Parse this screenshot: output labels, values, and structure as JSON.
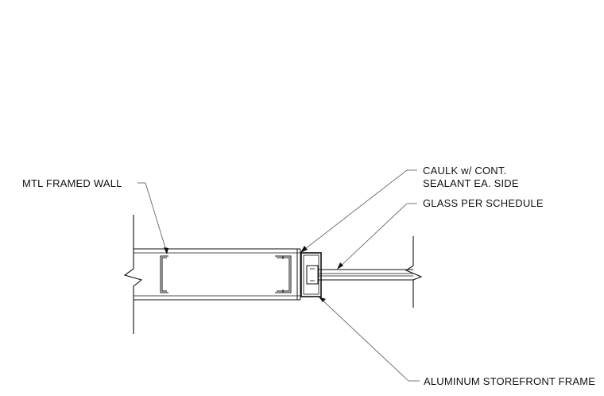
{
  "labels": {
    "mtl_framed_wall": "MTL FRAMED WALL",
    "caulk_line1": "CAULK w/ CONT.",
    "caulk_line2": "SEALANT EA. SIDE",
    "glass": "GLASS PER SCHEDULE",
    "storefront": "ALUMINUM STOREFRONT FRAME"
  },
  "colors": {
    "line": "#111111",
    "leader": "#555555",
    "background": "#ffffff"
  }
}
